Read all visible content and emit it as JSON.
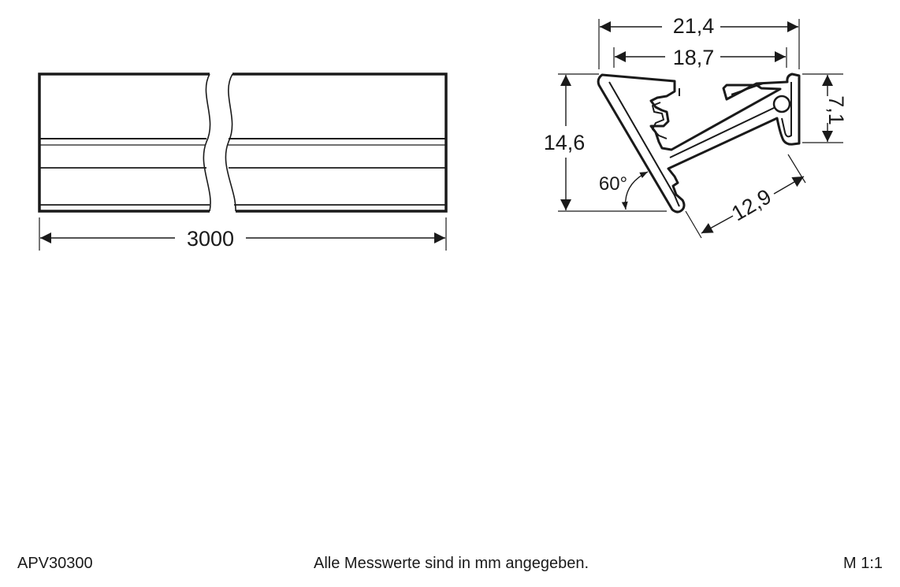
{
  "drawing": {
    "side_view": {
      "length_label": "3000"
    },
    "cross_section": {
      "width_outer_label": "21,4",
      "width_inner_label": "18,7",
      "height_label": "14,6",
      "side_height_label": "7,1",
      "diagonal_label": "12,9",
      "angle_label": "60°"
    }
  },
  "footer": {
    "article_number": "APV30300",
    "note": "Alle Messwerte sind in mm angegeben.",
    "scale": "M 1:1"
  },
  "colors": {
    "line": "#1a1a1a",
    "background": "#ffffff"
  }
}
